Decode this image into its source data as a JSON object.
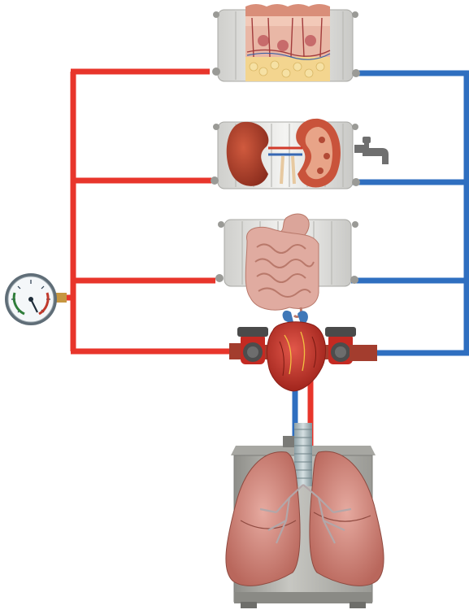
{
  "diagram": {
    "kind": "heating-system-analogy",
    "colors": {
      "supply_pipe": "#e8352b",
      "return_pipe": "#2f6fc0",
      "radiator": "#e4e4e2",
      "boiler": "#b9b9b4",
      "organ_pink": "#d99a8a",
      "organ_red": "#c0392b",
      "pump_red": "#c42a22",
      "gauge_face": "#f4f7f9"
    },
    "icons": [
      "pressure-gauge-icon",
      "water-tap-icon",
      "circulation-pump-icon",
      "radiator-icon",
      "boiler-icon"
    ],
    "organs": [
      "skin-tissue",
      "kidneys",
      "intestines",
      "heart",
      "lungs"
    ]
  }
}
